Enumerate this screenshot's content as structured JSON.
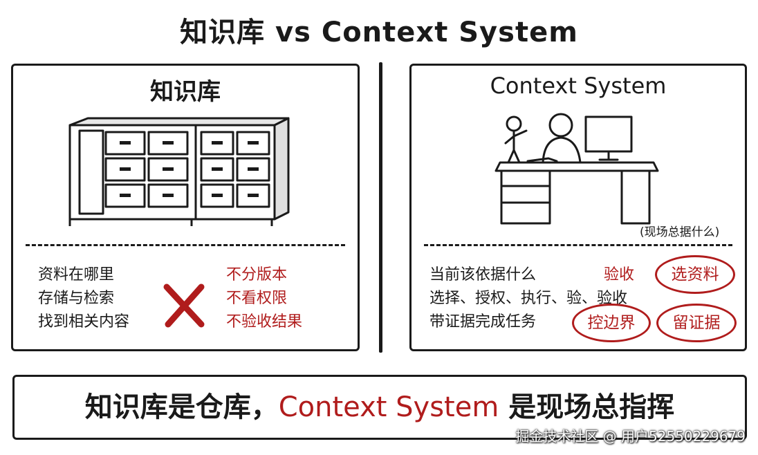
{
  "title": "知识库 vs Context System",
  "left_panel": {
    "title": "知识库",
    "features": [
      "资料在哪里",
      "存储与检索",
      "找到相关内容"
    ],
    "negatives": [
      "不分版本",
      "不看权限",
      "不验收结果"
    ],
    "icon": "red-cross-icon"
  },
  "right_panel": {
    "title": "Context System",
    "illustration_note": "(现场总据什么)",
    "lines": [
      "当前该依据什么",
      "选择、授权、执行、验、验收",
      "带证据完成任务"
    ],
    "tag_plain": "验收",
    "tags_circled": [
      "选资料",
      "控边界",
      "留证据"
    ]
  },
  "bottom": {
    "part1": "知识库是仓库，",
    "part2": "Context System",
    "part3": " 是现场总指挥"
  },
  "watermark": "掘金技术社区 @ 用户52550229679",
  "colors": {
    "accent_red": "#b01c1c",
    "ink": "#1a1a1a"
  }
}
